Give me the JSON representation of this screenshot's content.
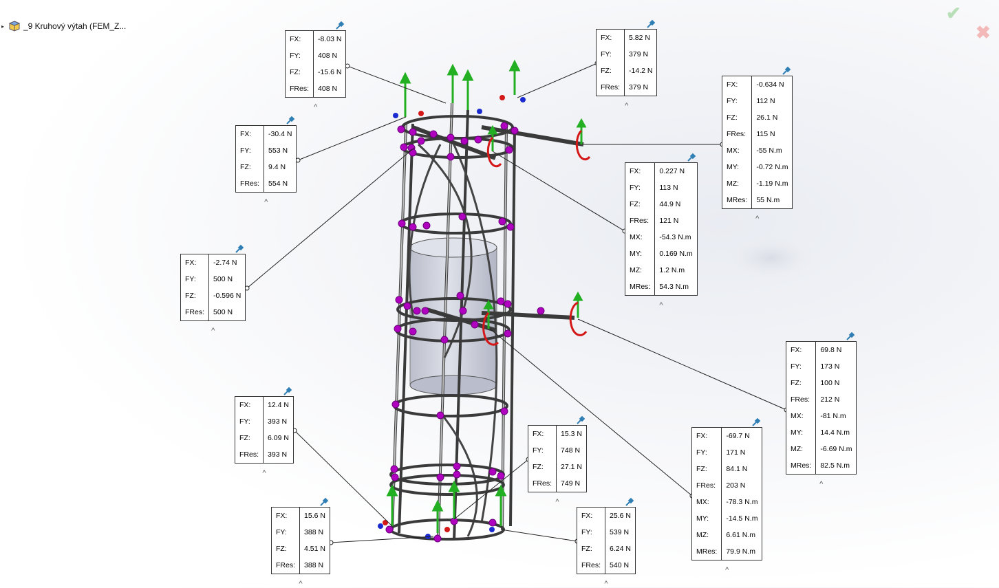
{
  "colors": {
    "frame": "#3a3a3a",
    "fixture": "#b500c8",
    "arrow": "#20b020",
    "cylinder": "#c6cad8"
  },
  "tree": {
    "item_label": "_9 Kruhový výtah  (FEM_Z...",
    "icon": "part-icon",
    "expander": "expander-arrow-icon"
  },
  "dialog": {
    "ok_icon": "checkmark-icon",
    "cancel_icon": "close-icon"
  },
  "callouts": [
    {
      "rows": [
        [
          "FX:",
          "-8.03 N"
        ],
        [
          "FY:",
          "408 N"
        ],
        [
          "FZ:",
          "-15.6 N"
        ],
        [
          "FRes:",
          "408 N"
        ]
      ]
    },
    {
      "rows": [
        [
          "FX:",
          "5.82 N"
        ],
        [
          "FY:",
          "379 N"
        ],
        [
          "FZ:",
          "-14.2 N"
        ],
        [
          "FRes:",
          "379 N"
        ]
      ]
    },
    {
      "rows": [
        [
          "FX:",
          "-0.634 N"
        ],
        [
          "FY:",
          "112 N"
        ],
        [
          "FZ:",
          "26.1 N"
        ],
        [
          "FRes:",
          "115 N"
        ],
        [
          "MX:",
          "-55 N.m"
        ],
        [
          "MY:",
          "-0.72 N.m"
        ],
        [
          "MZ:",
          "-1.19 N.m"
        ],
        [
          "MRes:",
          "55 N.m"
        ]
      ]
    },
    {
      "rows": [
        [
          "FX:",
          "-30.4 N"
        ],
        [
          "FY:",
          "553 N"
        ],
        [
          "FZ:",
          "9.4 N"
        ],
        [
          "FRes:",
          "554 N"
        ]
      ]
    },
    {
      "rows": [
        [
          "FX:",
          "0.227 N"
        ],
        [
          "FY:",
          "113 N"
        ],
        [
          "FZ:",
          "44.9 N"
        ],
        [
          "FRes:",
          "121 N"
        ],
        [
          "MX:",
          "-54.3 N.m"
        ],
        [
          "MY:",
          "0.169 N.m"
        ],
        [
          "MZ:",
          "1.2 N.m"
        ],
        [
          "MRes:",
          "54.3 N.m"
        ]
      ]
    },
    {
      "rows": [
        [
          "FX:",
          "-2.74 N"
        ],
        [
          "FY:",
          "500 N"
        ],
        [
          "FZ:",
          "-0.596 N"
        ],
        [
          "FRes:",
          "500 N"
        ]
      ]
    },
    {
      "rows": [
        [
          "FX:",
          "69.8 N"
        ],
        [
          "FY:",
          "173 N"
        ],
        [
          "FZ:",
          "100 N"
        ],
        [
          "FRes:",
          "212 N"
        ],
        [
          "MX:",
          "-81 N.m"
        ],
        [
          "MY:",
          "14.4 N.m"
        ],
        [
          "MZ:",
          "-6.69 N.m"
        ],
        [
          "MRes:",
          "82.5 N.m"
        ]
      ]
    },
    {
      "rows": [
        [
          "FX:",
          "12.4 N"
        ],
        [
          "FY:",
          "393 N"
        ],
        [
          "FZ:",
          "6.09 N"
        ],
        [
          "FRes:",
          "393 N"
        ]
      ]
    },
    {
      "rows": [
        [
          "FX:",
          "15.3 N"
        ],
        [
          "FY:",
          "748 N"
        ],
        [
          "FZ:",
          "27.1 N"
        ],
        [
          "FRes:",
          "749 N"
        ]
      ]
    },
    {
      "rows": [
        [
          "FX:",
          "-69.7 N"
        ],
        [
          "FY:",
          "171 N"
        ],
        [
          "FZ:",
          "84.1 N"
        ],
        [
          "FRes:",
          "203 N"
        ],
        [
          "MX:",
          "-78.3 N.m"
        ],
        [
          "MY:",
          "-14.5 N.m"
        ],
        [
          "MZ:",
          "6.61 N.m"
        ],
        [
          "MRes:",
          "79.9 N.m"
        ]
      ]
    },
    {
      "rows": [
        [
          "FX:",
          "15.6 N"
        ],
        [
          "FY:",
          "388 N"
        ],
        [
          "FZ:",
          "4.51 N"
        ],
        [
          "FRes:",
          "388 N"
        ]
      ]
    },
    {
      "rows": [
        [
          "FX:",
          "25.6 N"
        ],
        [
          "FY:",
          "539 N"
        ],
        [
          "FZ:",
          "6.24 N"
        ],
        [
          "FRes:",
          "540 N"
        ]
      ]
    }
  ]
}
